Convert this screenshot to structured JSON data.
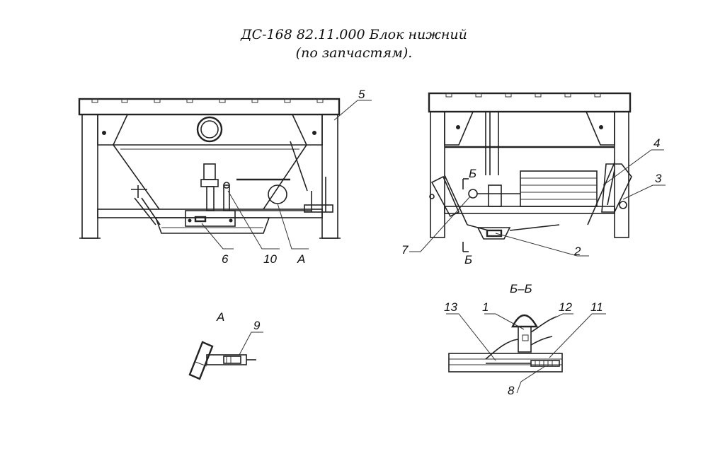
{
  "drawing": {
    "title_line1": "ДС-168 82.11.000 Блок нижний",
    "title_line2": "(по запчастям).",
    "view_labels": {
      "detail_a": "А",
      "section_bb": "Б–Б",
      "section_mark_top": "Б",
      "section_mark_bottom": "Б"
    },
    "callouts": {
      "c1": "1",
      "c2": "2",
      "c3": "3",
      "c4": "4",
      "c5": "5",
      "c6": "6",
      "c7": "7",
      "c8": "8",
      "c9": "9",
      "c10": "10",
      "c11": "11",
      "c12": "12",
      "c13": "13",
      "cA": "А"
    }
  }
}
